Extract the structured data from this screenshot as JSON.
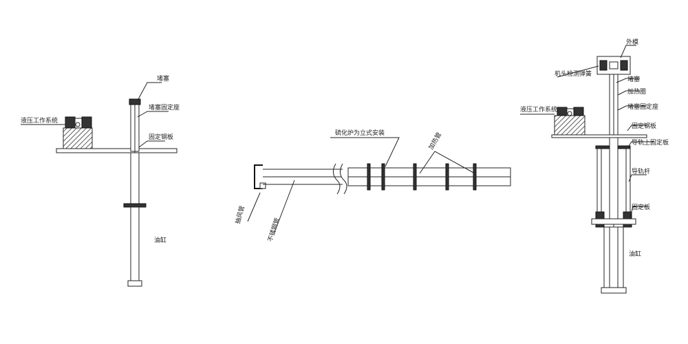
{
  "left_figure": {
    "labels": {
      "plug": "堵塞",
      "hydraulic_system": "液压工作系统",
      "plug_fixed_clamp": "堵塞固定座",
      "fixing_steel_plate": "固定钢板",
      "oil_cylinder": "油缸"
    }
  },
  "middle_figure": {
    "labels": {
      "furnace_vertical_install": "硫化炉为立式安装",
      "heating_tube": "加热管",
      "inlet_pipe": "抽风管",
      "stainless_steel_pipe": "不锈钢管"
    }
  },
  "right_figure": {
    "labels": {
      "outer_mold": "外模",
      "mold_positioning_spring": "机头检测弹簧",
      "hydraulic_system": "液压工作系统",
      "plug": "堵塞",
      "heating_ring": "加热圈",
      "plug_fixed_seat": "堵塞固定座",
      "fixing_steel_plate": "固定钢板",
      "guide_upper_plate": "导轨上固定板",
      "guide_rod": "导轨杆",
      "fixing_plate": "固定板",
      "oil_cylinder": "油缸"
    }
  },
  "colors": {
    "line": "#222222",
    "fill_dark": "#333333",
    "background": "#ffffff"
  }
}
